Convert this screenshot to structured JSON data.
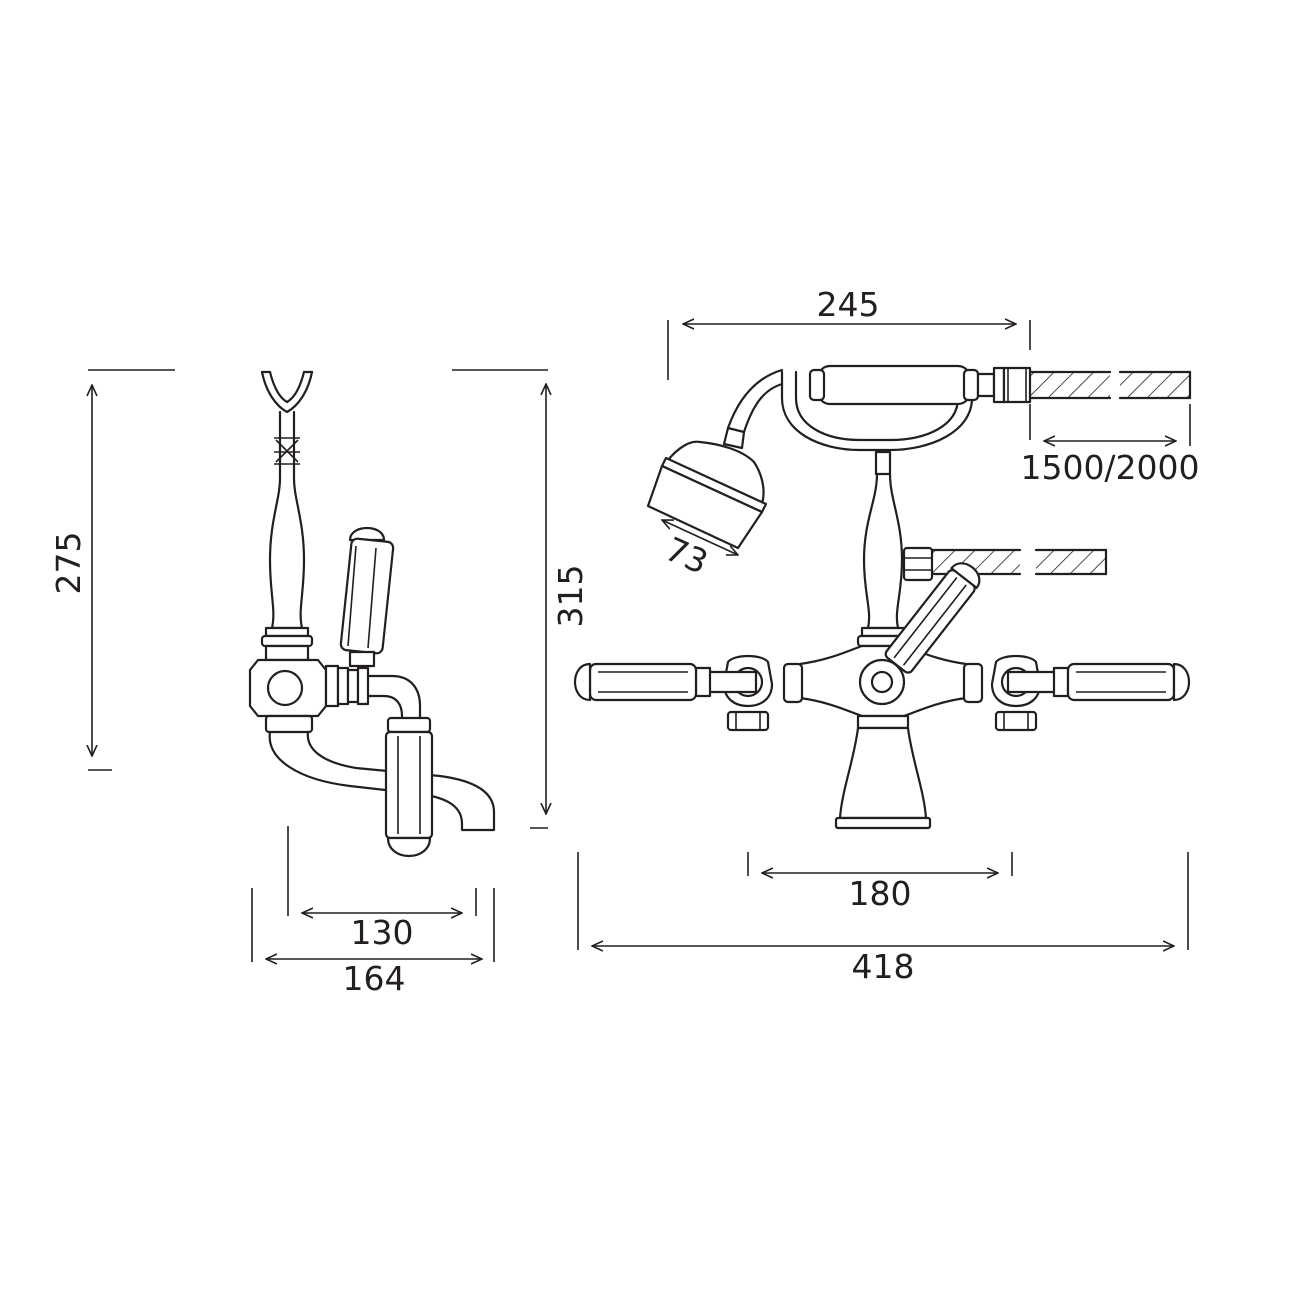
{
  "colors": {
    "line": "#231f20",
    "background": "#ffffff"
  },
  "side_view": {
    "dim_height": "275",
    "dim_depth_inner": "130",
    "dim_depth_outer": "164"
  },
  "front_view": {
    "dim_height": "315",
    "dim_handset_length": "245",
    "dim_hose_length": "1500/2000",
    "dim_head_diameter": "73",
    "dim_centres": "180",
    "dim_width": "418"
  }
}
